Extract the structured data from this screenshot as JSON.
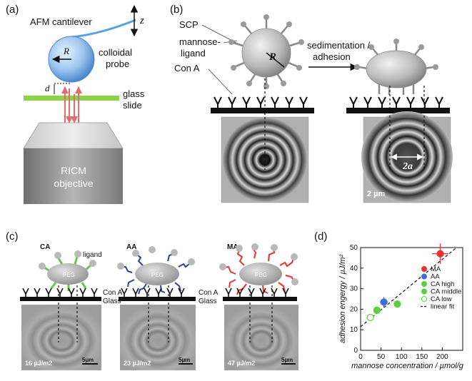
{
  "panel_a": {
    "label": "(a)",
    "cantilever": "AFM cantilever",
    "z_axis": "z",
    "radius": "R",
    "probe_line1": "colloidal",
    "probe_line2": "probe",
    "gap": "d",
    "slide_line1": "glass",
    "slide_line2": "slide",
    "objective_line1": "RICM",
    "objective_line2": "objective",
    "colors": {
      "sphere": "#6aa8e0",
      "cantilever": "#5aa0e0",
      "glass": "#8cd34a",
      "beam": "#f08a8a"
    }
  },
  "panel_b": {
    "label": "(b)",
    "scp": "SCP",
    "ligand_line1": "mannose-",
    "ligand_line2": "ligand",
    "cona": "Con A",
    "radius": "R",
    "arrow_line1": "sedimentation /",
    "arrow_line2": "adhesion",
    "contact": "2a",
    "scale": "2 µm"
  },
  "panel_c": {
    "label": "(c)",
    "samples": [
      {
        "name": "CA",
        "peg": "PEG",
        "ligand": "ligand",
        "energy": "16 µJ/m2",
        "scale": "5µm",
        "linker_color": "#6cc24a"
      },
      {
        "name": "AA",
        "peg": "PEG",
        "energy": "23 µJ/m2",
        "scale": "5µm",
        "linker_color": "#2e3f9e"
      },
      {
        "name": "MA",
        "peg": "PEG",
        "energy": "47 µJ/m2",
        "scale": "5µm",
        "linker_color": "#e8332f"
      }
    ],
    "cona": "Con A",
    "glass": "Glass"
  },
  "panel_d": {
    "label": "(d)"
  },
  "chart_data": {
    "type": "scatter",
    "title": "",
    "xlabel": "mannose concentration  / µmol/g",
    "ylabel": "adhesion engergy  / µJ/m²",
    "xlim": [
      0,
      250
    ],
    "ylim": [
      0,
      50
    ],
    "xticks": [
      0,
      50,
      100,
      150,
      200
    ],
    "yticks": [
      0,
      10,
      20,
      30,
      40,
      50
    ],
    "legend_position": "right",
    "series": [
      {
        "name": "MA",
        "color": "#e8332f",
        "marker": "filled",
        "points": [
          {
            "x": 195,
            "y": 47,
            "xerr": 20,
            "yerr": 5
          }
        ]
      },
      {
        "name": "AA",
        "color": "#3b6fd6",
        "marker": "filled",
        "points": [
          {
            "x": 57,
            "y": 23.5,
            "xerr": 10,
            "yerr": 2.5
          }
        ]
      },
      {
        "name": "CA high",
        "color": "#5ccf3e",
        "marker": "filled",
        "points": [
          {
            "x": 90,
            "y": 22.5,
            "xerr": 7,
            "yerr": 1.5
          }
        ]
      },
      {
        "name": "CA middle",
        "color": "#5ccf3e",
        "marker": "filled",
        "points": [
          {
            "x": 40,
            "y": 19.5,
            "xerr": 5,
            "yerr": 1.5
          }
        ]
      },
      {
        "name": "CA low",
        "color": "#5ccf3e",
        "marker": "open",
        "points": [
          {
            "x": 24,
            "y": 16,
            "xerr": 4,
            "yerr": 1.5
          }
        ]
      }
    ],
    "fit": {
      "name": "linear fit",
      "style": "dashed",
      "color": "#111111",
      "x": [
        0,
        235
      ],
      "y": [
        11.5,
        52
      ]
    }
  }
}
